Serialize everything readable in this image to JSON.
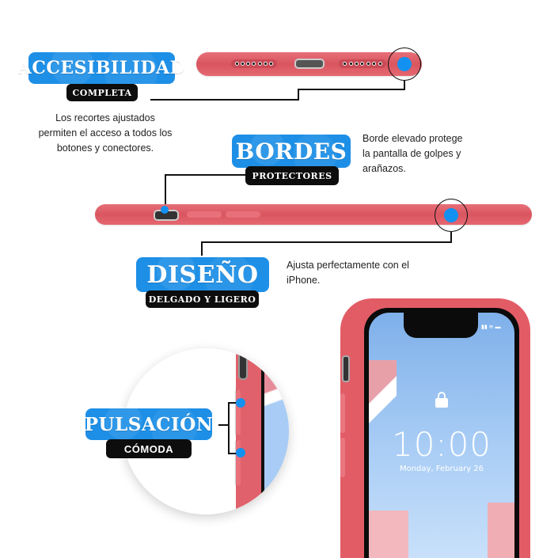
{
  "features": {
    "accesibilidad": {
      "title": "ACCESIBILIDAD",
      "subtitle": "COMPLETA",
      "description_lines": [
        "Los recortes ajustados",
        "permiten el acceso a todos los",
        "botones y conectores."
      ]
    },
    "bordes": {
      "title": "BORDES",
      "subtitle": "PROTECTORES",
      "description_lines": [
        "Borde elevado protege",
        "la pantalla de golpes y",
        "arañazos."
      ]
    },
    "diseno": {
      "title": "DISEÑO",
      "subtitle": "DELGADO Y LIGERO",
      "description_lines": [
        "Ajusta perfectamente con el",
        "iPhone."
      ]
    },
    "pulsacion": {
      "title": "PULSACIÓN",
      "subtitle": "CÓMODA"
    }
  },
  "phone": {
    "time": "10:00",
    "date": "Monday, February 26",
    "lock_icon": "lock-icon",
    "status_icons": [
      "signal-icon",
      "wifi-icon",
      "battery-icon"
    ]
  },
  "colors": {
    "case": "#e0616b",
    "label_blue": "#1e8fe6",
    "label_black": "#0d0d0d",
    "marker_dot": "#1391f0"
  }
}
